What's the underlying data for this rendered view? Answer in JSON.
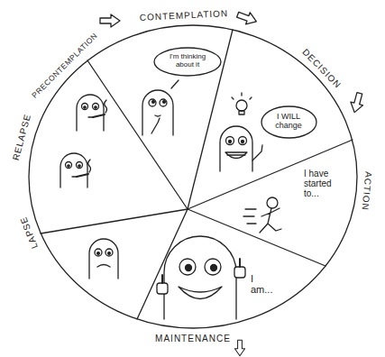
{
  "diagram": {
    "nodes": [
      {
        "text": [
          "I'm thinking about it"
        ]
      },
      {
        "text": [
          "I WILL change"
        ]
      }
    ],
    "labels": [
      "PRECONTEMPLATION",
      "CONTEMPLATION",
      "DECISION",
      "ACTION",
      "MAINTENANCE",
      "LAPSE",
      "RELAPSE",
      "I have started to...",
      "I am..."
    ]
  }
}
